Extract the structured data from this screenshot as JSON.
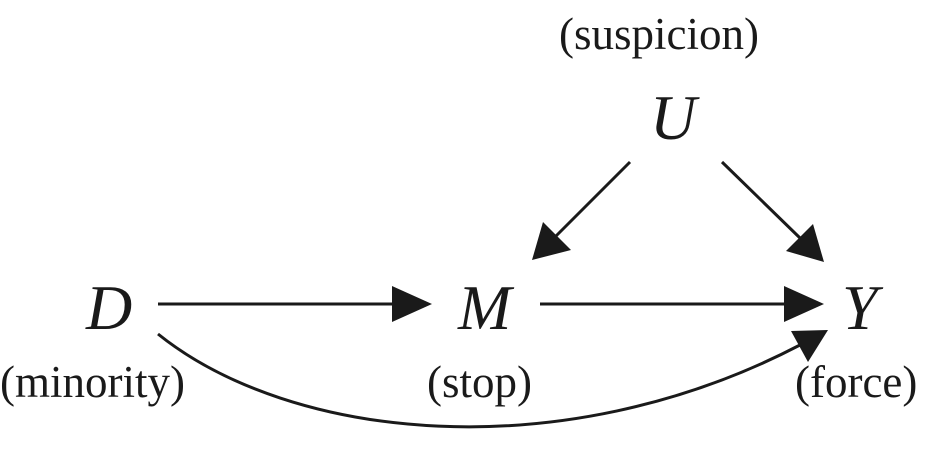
{
  "nodes": {
    "D": {
      "symbol": "D",
      "label": "(minority)"
    },
    "M": {
      "symbol": "M",
      "label": "(stop)"
    },
    "U": {
      "symbol": "U",
      "label": "(suspicion)"
    },
    "Y": {
      "symbol": "Y",
      "label": "(force)"
    }
  },
  "edges": [
    {
      "from": "D",
      "to": "M"
    },
    {
      "from": "M",
      "to": "Y"
    },
    {
      "from": "U",
      "to": "M"
    },
    {
      "from": "U",
      "to": "Y"
    },
    {
      "from": "D",
      "to": "Y",
      "shape": "curved"
    }
  ],
  "colors": {
    "ink": "#1a1a1a",
    "background": "#ffffff"
  }
}
